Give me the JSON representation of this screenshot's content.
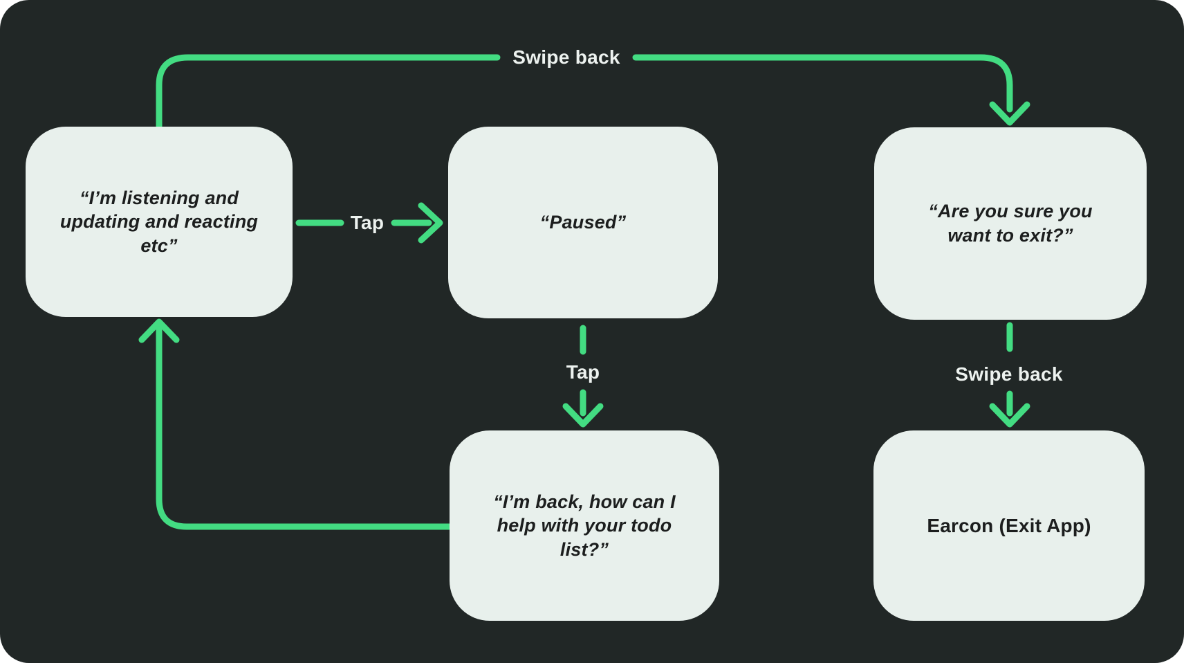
{
  "colors": {
    "background": "#212726",
    "outer_background": "#ffffff",
    "node_fill": "#E8F0EC",
    "arrow_green": "#43DC82",
    "node_text": "#1C1E1E",
    "edge_label_text": "#EDF2EF"
  },
  "nodes": {
    "listening": {
      "text": "“I’m listening and\nupdating and reacting\netc”"
    },
    "paused": {
      "text": "“Paused”"
    },
    "exit_confirm": {
      "text": "“Are you sure you\nwant to exit?”"
    },
    "back": {
      "text": "“I’m back, how can I\nhelp with your todo\nlist?”"
    },
    "earcon": {
      "text": "Earcon (Exit App)"
    }
  },
  "edges": {
    "swipe_back_top": {
      "label": "Swipe back"
    },
    "tap_horizontal": {
      "label": "Tap"
    },
    "tap_vertical": {
      "label": "Tap"
    },
    "swipe_back_right": {
      "label": "Swipe back"
    }
  }
}
